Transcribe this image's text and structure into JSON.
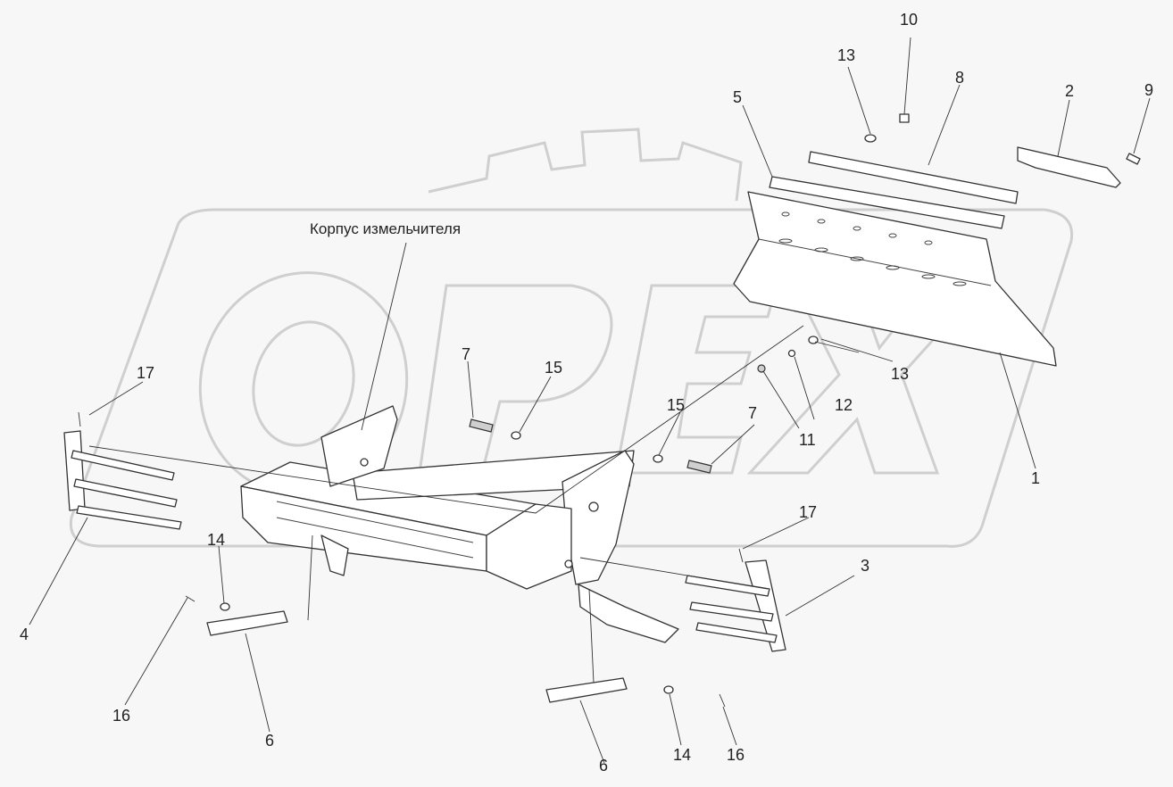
{
  "diagram": {
    "caption": "Корпус измельчителя",
    "callouts": [
      {
        "id": "c1",
        "text": "1"
      },
      {
        "id": "c2",
        "text": "2"
      },
      {
        "id": "c3",
        "text": "3"
      },
      {
        "id": "c4",
        "text": "4"
      },
      {
        "id": "c5",
        "text": "5"
      },
      {
        "id": "c6a",
        "text": "6"
      },
      {
        "id": "c6b",
        "text": "6"
      },
      {
        "id": "c7a",
        "text": "7"
      },
      {
        "id": "c7b",
        "text": "7"
      },
      {
        "id": "c8",
        "text": "8"
      },
      {
        "id": "c9",
        "text": "9"
      },
      {
        "id": "c10",
        "text": "10"
      },
      {
        "id": "c11",
        "text": "11"
      },
      {
        "id": "c12",
        "text": "12"
      },
      {
        "id": "c13a",
        "text": "13"
      },
      {
        "id": "c13b",
        "text": "13"
      },
      {
        "id": "c14a",
        "text": "14"
      },
      {
        "id": "c14b",
        "text": "14"
      },
      {
        "id": "c15a",
        "text": "15"
      },
      {
        "id": "c15b",
        "text": "15"
      },
      {
        "id": "c16a",
        "text": "16"
      },
      {
        "id": "c16b",
        "text": "16"
      },
      {
        "id": "c17a",
        "text": "17"
      },
      {
        "id": "c17b",
        "text": "17"
      }
    ]
  }
}
